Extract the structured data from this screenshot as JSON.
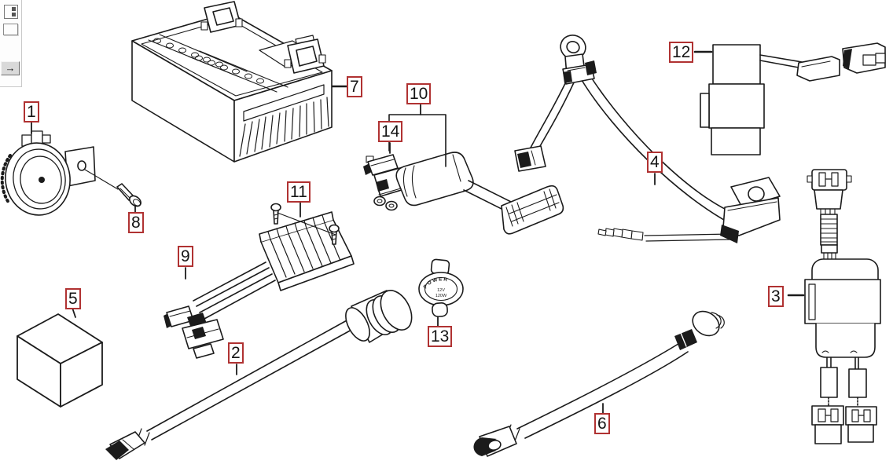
{
  "window": {
    "toolbar": {
      "buttons": [
        {
          "name": "cascade-windows-icon"
        },
        {
          "name": "window-frame-icon"
        },
        {
          "name": "next-page-arrow-icon",
          "glyph": "→"
        }
      ]
    }
  },
  "diagram": {
    "type": "exploded-parts-diagram",
    "subject": "motorcycle electrical system: battery, horn, regulator, cables, relay, CDI, power socket",
    "colors": {
      "line": "#1b1b1b",
      "label_border": "#b03232",
      "background": "#ffffff"
    },
    "labels": {
      "l1": "1",
      "l2": "2",
      "l3": "3",
      "l4": "4",
      "l5": "5",
      "l6": "6",
      "l7": "7",
      "l8": "8",
      "l9": "9",
      "l10": "10",
      "l11": "11",
      "l12": "12",
      "l13": "13",
      "l14": "14"
    },
    "power_cap": {
      "arc_text": "POWER",
      "line1": "12V",
      "line2": "120W"
    }
  }
}
